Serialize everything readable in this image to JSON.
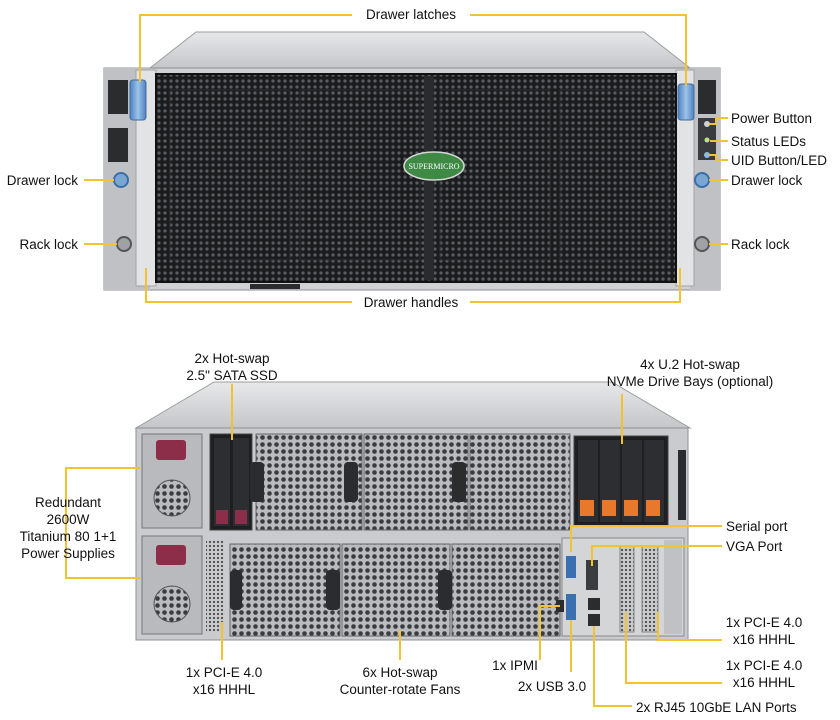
{
  "colors": {
    "callout": "#F2C230",
    "chassis_light": "#D9DADC",
    "chassis_mid": "#A9ABAE",
    "chassis_dark": "#2B2C2E",
    "latch_blue": "#6FA3D8",
    "drive_orange": "#E8782C",
    "psu_handle": "#8C2E4A"
  },
  "front_view": {
    "badge": "SUPERMICRO",
    "labels": {
      "drawer_latches": "Drawer latches",
      "power_button": "Power Button",
      "status_leds": "Status LEDs",
      "uid_button": "UID Button/LED",
      "drawer_lock_left": "Drawer lock",
      "drawer_lock_right": "Drawer lock",
      "rack_lock_left": "Rack lock",
      "rack_lock_right": "Rack lock",
      "drawer_handles": "Drawer handles"
    }
  },
  "rear_view": {
    "labels": {
      "ssd": [
        "2x Hot-swap",
        "2.5\" SATA SSD"
      ],
      "nvme": [
        "4x U.2 Hot-swap",
        "NVMe Drive Bays (optional)"
      ],
      "psu": [
        "Redundant",
        "2600W",
        "Titanium 80 1+1",
        "Power Supplies"
      ],
      "serial": "Serial port",
      "vga": "VGA Port",
      "pcie_right_top": [
        "1x PCI-E 4.0",
        "x16 HHHL"
      ],
      "pcie_right_bottom": [
        "1x PCI-E 4.0",
        "x16 HHHL"
      ],
      "pcie_left": [
        "1x PCI-E 4.0",
        "x16 HHHL"
      ],
      "fans": [
        "6x Hot-swap",
        "Counter-rotate  Fans"
      ],
      "ipmi": "1x IPMI",
      "usb": "2x USB 3.0",
      "lan": "2x RJ45 10GbE LAN Ports"
    }
  }
}
